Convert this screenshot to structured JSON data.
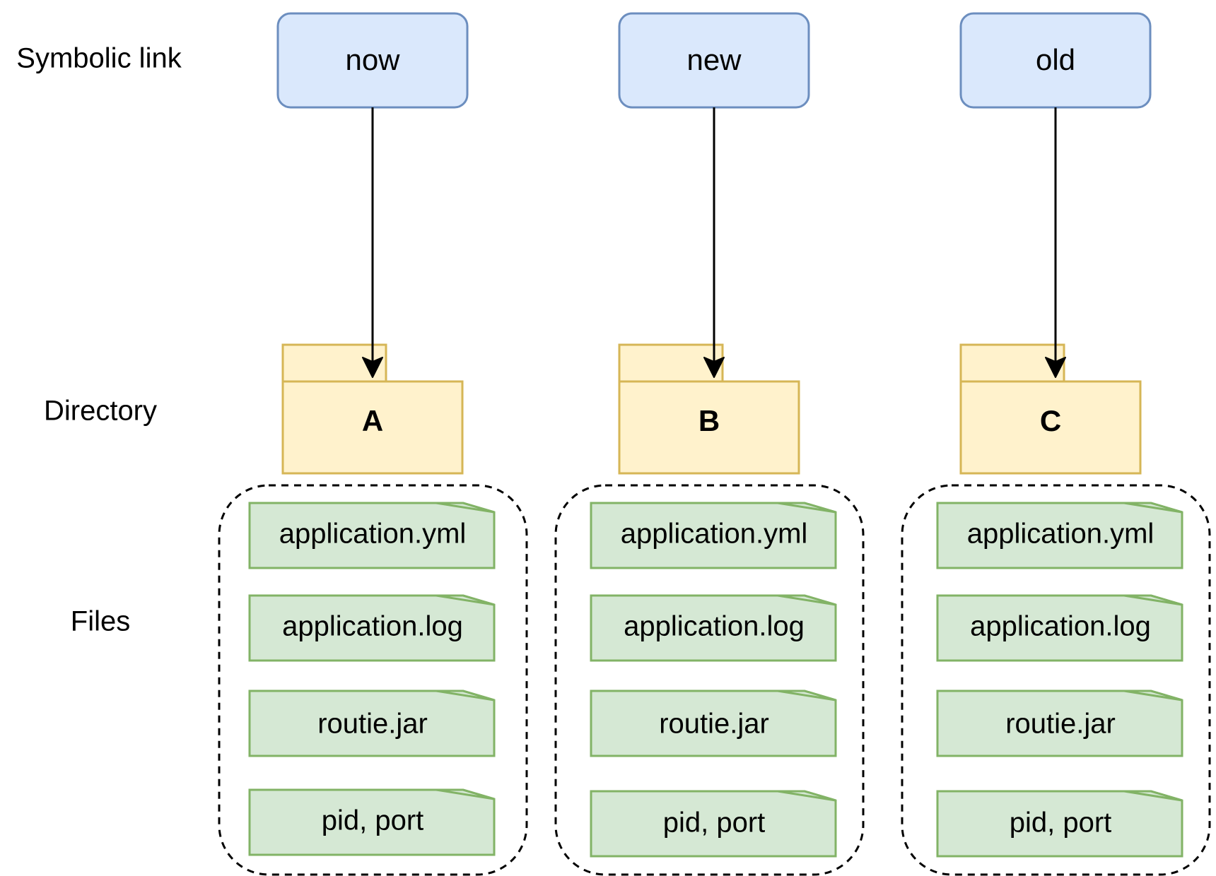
{
  "labels": {
    "symbolic_link": "Symbolic link",
    "directory": "Directory",
    "files": "Files"
  },
  "colors": {
    "link_fill": "#dae8fc",
    "link_stroke": "#6c8ebf",
    "folder_fill": "#fff2cc",
    "folder_stroke": "#d6b656",
    "file_fill": "#d5e8d4",
    "file_stroke": "#82b366"
  },
  "columns": [
    {
      "link": "now",
      "directory": "A",
      "files": [
        "application.yml",
        "application.log",
        "routie.jar",
        "pid, port"
      ]
    },
    {
      "link": "new",
      "directory": "B",
      "files": [
        "application.yml",
        "application.log",
        "routie.jar",
        "pid, port"
      ]
    },
    {
      "link": "old",
      "directory": "C",
      "files": [
        "application.yml",
        "application.log",
        "routie.jar",
        "pid, port"
      ]
    }
  ]
}
